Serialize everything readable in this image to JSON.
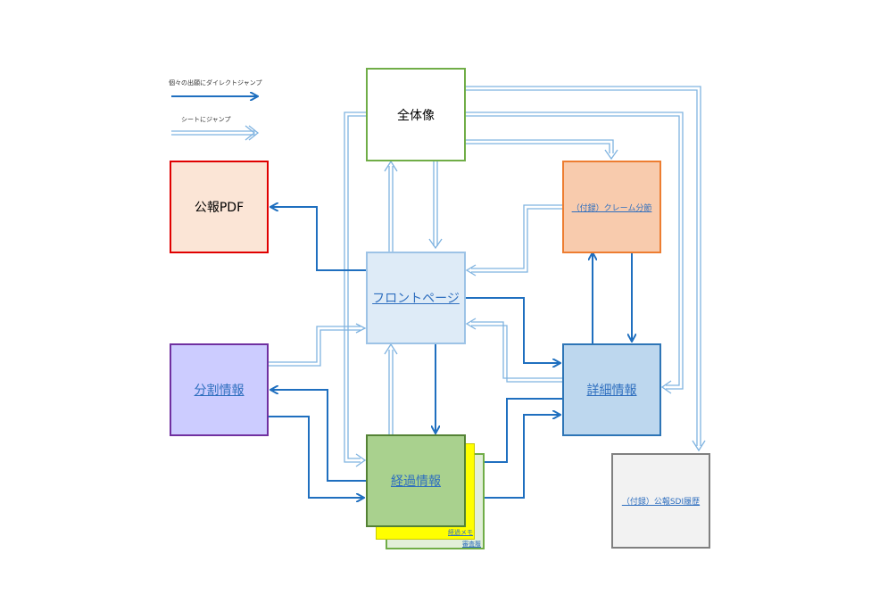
{
  "legend": {
    "direct_jump": "個々の出願にダイレクトジャンプ",
    "sheet_jump": "シートにジャンプ"
  },
  "nodes": {
    "overview": "全体像",
    "gazette_pdf": "公報PDF",
    "front_page": "フロントページ",
    "split_info": "分割情報",
    "progress_info": "経過情報",
    "detail_info": "詳細情報",
    "appendix_claims": "（付録）クレーム分節",
    "appendix_sdi": "（付録）公報SDI履歴",
    "progress_memo": "経過メモ",
    "examination_history": "審査履"
  },
  "colors": {
    "direct_arrow": "#1f6fbf",
    "sheet_arrow": "#7fb3e0"
  }
}
